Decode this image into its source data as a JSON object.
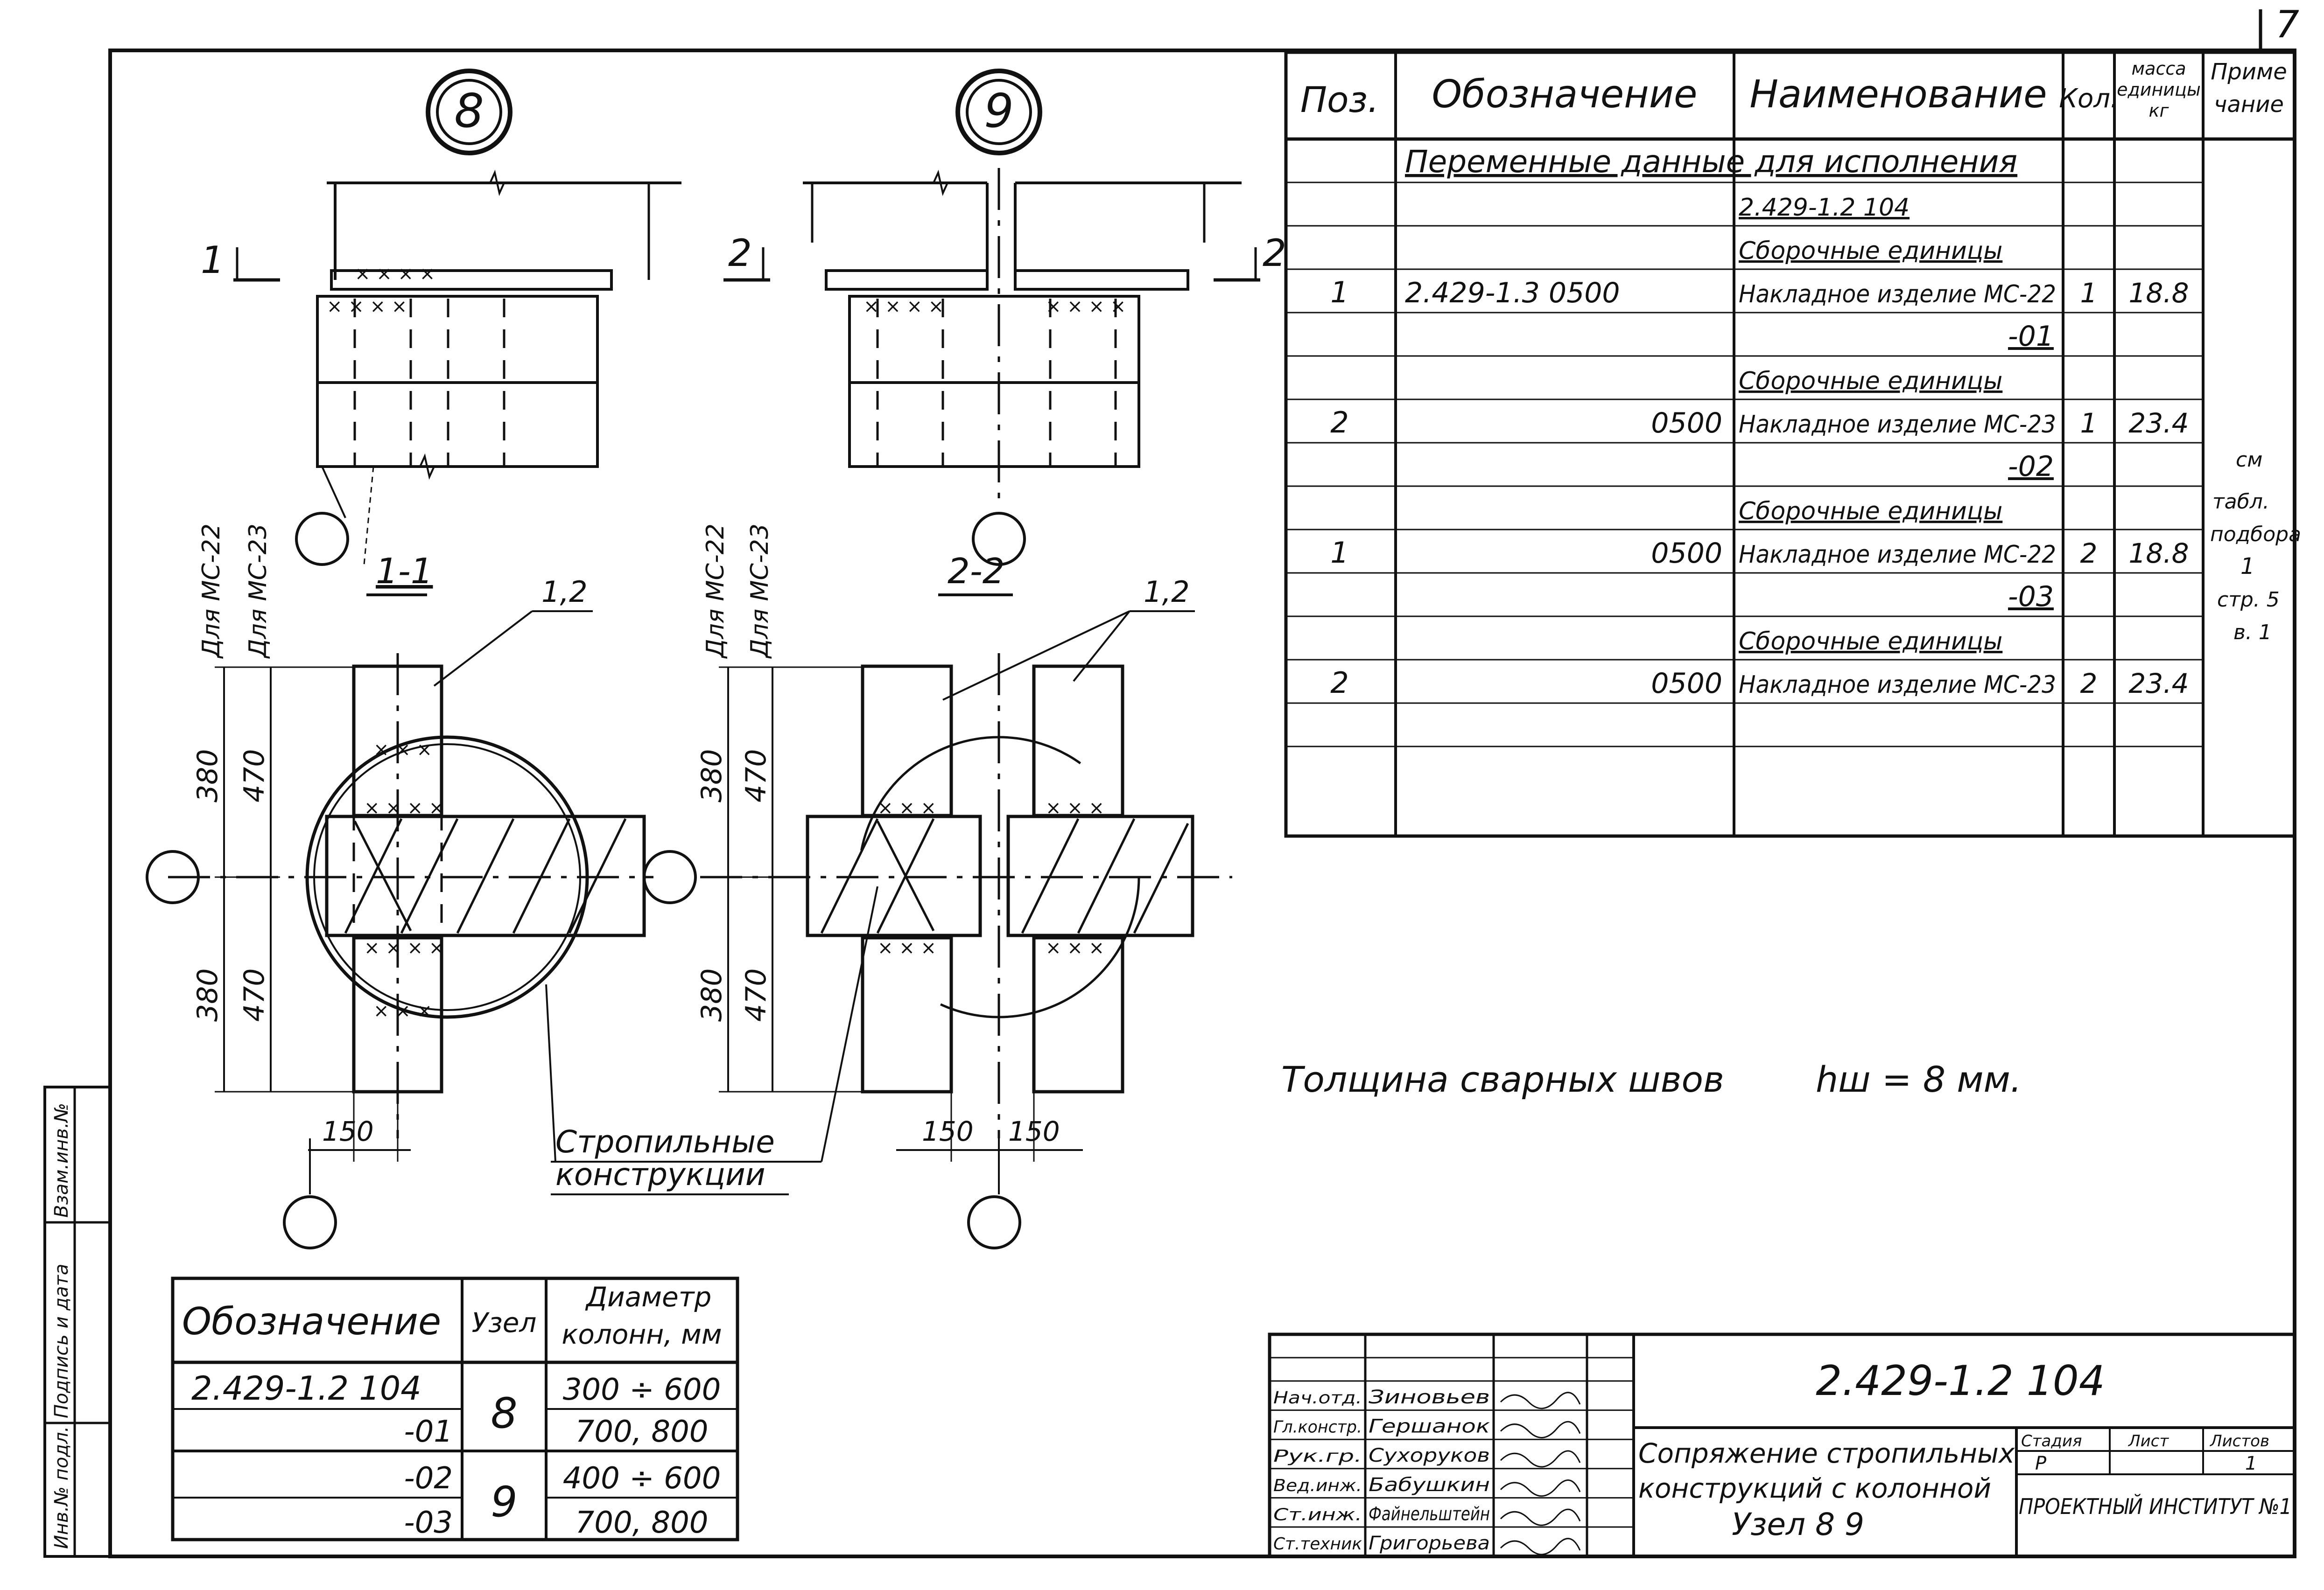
{
  "sheet": {
    "page_number": "7",
    "document_code": "2.429-1.2   104",
    "title": "Сопряжение стропильных конструкций с колонной Узел 8 9",
    "title_lines": [
      "Сопряжение стропильных",
      "конструкций с колонной",
      "Узел 8 9"
    ],
    "stage_label": "Стадия",
    "sheet_label": "Лист",
    "sheets_label": "Листов",
    "stage": "Р",
    "sheet": "",
    "sheets": "1",
    "organization": "ПРОЕКТНЫЙ ИНСТИТУТ №1"
  },
  "side_stamp": {
    "cells": [
      "Инв.№ подл.",
      "Подпись и дата",
      "Взам.инв.№"
    ]
  },
  "signatures": [
    {
      "role": "Нач.отд.",
      "name": "Зиновьев"
    },
    {
      "role": "Гл.констр.",
      "name": "Гершанок"
    },
    {
      "role": "Рук.гр.",
      "name": "Сухоруков"
    },
    {
      "role": "Вед.инж.",
      "name": "Бабушкин"
    },
    {
      "role": "Ст.инж.",
      "name": "Файнельштейн"
    },
    {
      "role": "Ст.техник",
      "name": "Григорьева"
    }
  ],
  "nodes": {
    "node8": {
      "id": "8",
      "section": "1-1",
      "cut_mark": "1",
      "marker_label": "1,2",
      "dim_mc22": "Для МС-22",
      "dim_mc23": "Для МС-23",
      "dims": {
        "upper_380": "380",
        "upper_470": "470",
        "lower_380": "380",
        "lower_470": "470",
        "width": "150"
      }
    },
    "node9": {
      "id": "9",
      "section": "2-2",
      "cut_mark_left": "2",
      "cut_mark_right": "2",
      "marker_label": "1,2",
      "dim_mc22": "Для МС-22",
      "dim_mc23": "Для МС-23",
      "dims": {
        "upper_380": "380",
        "upper_470": "470",
        "lower_380": "380",
        "lower_470": "470",
        "width_left": "150",
        "width_right": "150"
      }
    },
    "truss_label_lines": [
      "Стропильные",
      "конструкции"
    ]
  },
  "note": {
    "text": "Толщина сварных швов",
    "value": "hш = 8 мм."
  },
  "spec_table": {
    "headers": {
      "pos": "Поз.",
      "designation": "Обозначение",
      "name": "Наименование",
      "qty": "Кол.",
      "mass_lines": [
        "масса",
        "единицы",
        "кг"
      ],
      "note_lines": [
        "Приме",
        "чание"
      ]
    },
    "rows": [
      {
        "pos": "",
        "designation": "Переменные данные для исполнения",
        "name": "",
        "qty": "",
        "mass": "",
        "span": true
      },
      {
        "pos": "",
        "designation": "",
        "name": "2.429-1.2  104",
        "qty": "",
        "mass": "",
        "style": "u"
      },
      {
        "pos": "",
        "designation": "",
        "name": "Сборочные единицы",
        "qty": "",
        "mass": "",
        "style": "u"
      },
      {
        "pos": "1",
        "designation": "2.429-1.3    0500",
        "name": "Накладное изделие МС-22",
        "qty": "1",
        "mass": "18.8"
      },
      {
        "pos": "",
        "designation": "",
        "name": "-01",
        "qty": "",
        "mass": "",
        "style": "ur"
      },
      {
        "pos": "",
        "designation": "",
        "name": "Сборочные единицы",
        "qty": "",
        "mass": "",
        "style": "u"
      },
      {
        "pos": "2",
        "designation": "0500",
        "name": "Накладное изделие МС-23",
        "qty": "1",
        "mass": "23.4"
      },
      {
        "pos": "",
        "designation": "",
        "name": "-02",
        "qty": "",
        "mass": "",
        "style": "ur"
      },
      {
        "pos": "",
        "designation": "",
        "name": "Сборочные единицы",
        "qty": "",
        "mass": "",
        "style": "u"
      },
      {
        "pos": "1",
        "designation": "0500",
        "name": "Накладное изделие МС-22",
        "qty": "2",
        "mass": "18.8"
      },
      {
        "pos": "",
        "designation": "",
        "name": "-03",
        "qty": "",
        "mass": "",
        "style": "ur"
      },
      {
        "pos": "",
        "designation": "",
        "name": "Сборочные единицы",
        "qty": "",
        "mass": "",
        "style": "u"
      },
      {
        "pos": "2",
        "designation": "0500",
        "name": "Накладное изделие МС-23",
        "qty": "2",
        "mass": "23.4"
      },
      {
        "pos": "",
        "designation": "",
        "name": "",
        "qty": "",
        "mass": ""
      },
      {
        "pos": "",
        "designation": "",
        "name": "",
        "qty": "",
        "mass": ""
      }
    ],
    "remark_lines": [
      "см",
      "табл.",
      "подбора",
      "1",
      "стр. 5",
      "в. 1"
    ]
  },
  "diameter_table": {
    "headers": {
      "designation": "Обозначение",
      "node": "Узел",
      "diameter_lines": [
        "Диаметр",
        "колонн, мм"
      ]
    },
    "rows": [
      {
        "designation": "2.429-1.2   104",
        "diameter": "300 ÷ 600"
      },
      {
        "designation": "-01",
        "diameter": "700, 800"
      },
      {
        "designation": "-02",
        "diameter": "400 ÷ 600"
      },
      {
        "designation": "-03",
        "diameter": "700, 800"
      }
    ],
    "node_values": [
      "8",
      "9"
    ]
  }
}
